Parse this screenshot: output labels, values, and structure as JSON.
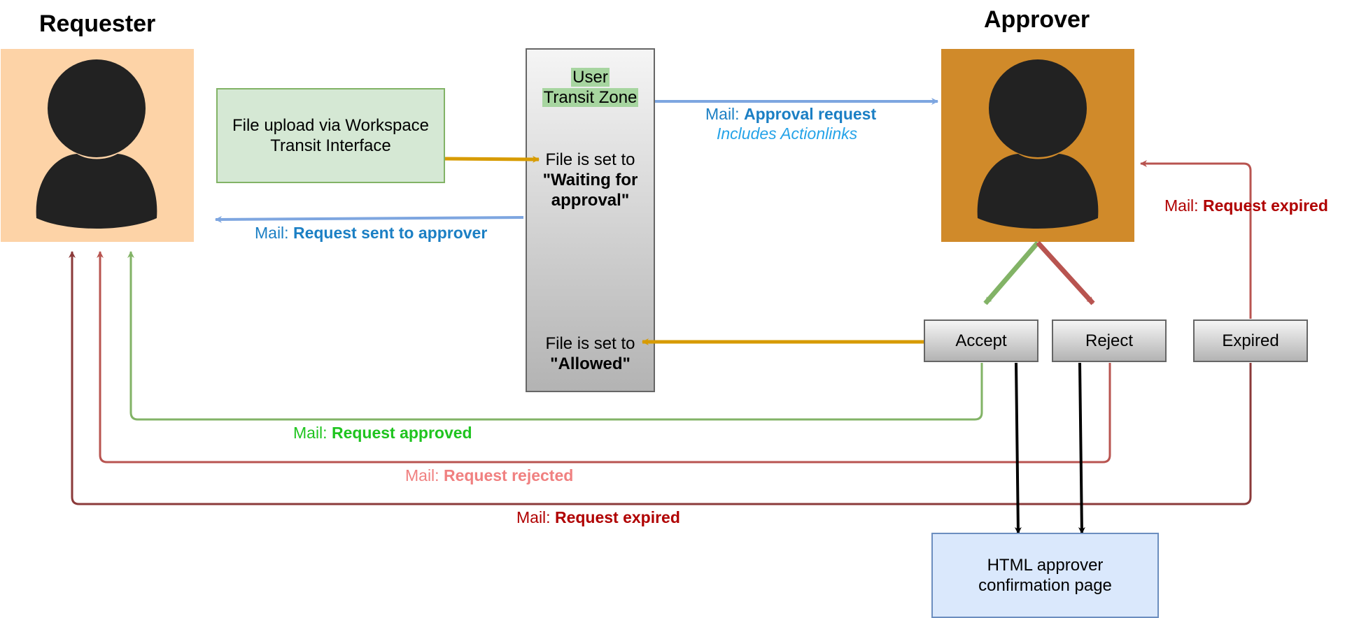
{
  "requester": {
    "title": "Requester"
  },
  "approver": {
    "title": "Approver"
  },
  "upload_box": {
    "text": "File upload via Workspace Transit Interface"
  },
  "transit_zone": {
    "title_line1": "User",
    "title_line2": "Transit Zone",
    "waiting_prefix": "File is set to",
    "waiting_value": "\"Waiting for approval\"",
    "allowed_prefix": "File is set to",
    "allowed_value": "\"Allowed\""
  },
  "buttons": {
    "accept": "Accept",
    "reject": "Reject",
    "expired": "Expired"
  },
  "confirmation_page": {
    "text": "HTML approver confirmation page"
  },
  "labels": {
    "approval_request": {
      "prefix": "Mail: ",
      "bold": "Approval request",
      "sub": "Includes Actionlinks"
    },
    "request_sent": {
      "prefix": "Mail: ",
      "bold": "Request sent to approver"
    },
    "expired_to_approver": {
      "prefix": "Mail: ",
      "bold": "Request expired"
    },
    "approved": {
      "prefix": "Mail: ",
      "bold": "Request approved"
    },
    "rejected": {
      "prefix": "Mail: ",
      "bold": "Request rejected"
    },
    "expired_to_requester": {
      "prefix": "Mail: ",
      "bold": "Request expired"
    }
  },
  "colors": {
    "requester_bg": "#fdd3a7",
    "approver_bg": "#d08a2a",
    "person": "#222222",
    "upload_fill": "#d5e8d4",
    "upload_border": "#82b366",
    "orange_arrow": "#d79b00",
    "blue_arrow": "#7ea6e0",
    "green_arrow": "#82b366",
    "red_arrow": "#b85450",
    "darkred_arrow": "#8b3a3a",
    "confirm_fill": "#dae8fc",
    "confirm_border": "#6c8ebf",
    "label_blue": "#1b7fc4",
    "label_blue_italic": "#25a3e8",
    "label_green": "#1fc41f",
    "label_pink": "#f08080",
    "label_red": "#b00000"
  }
}
